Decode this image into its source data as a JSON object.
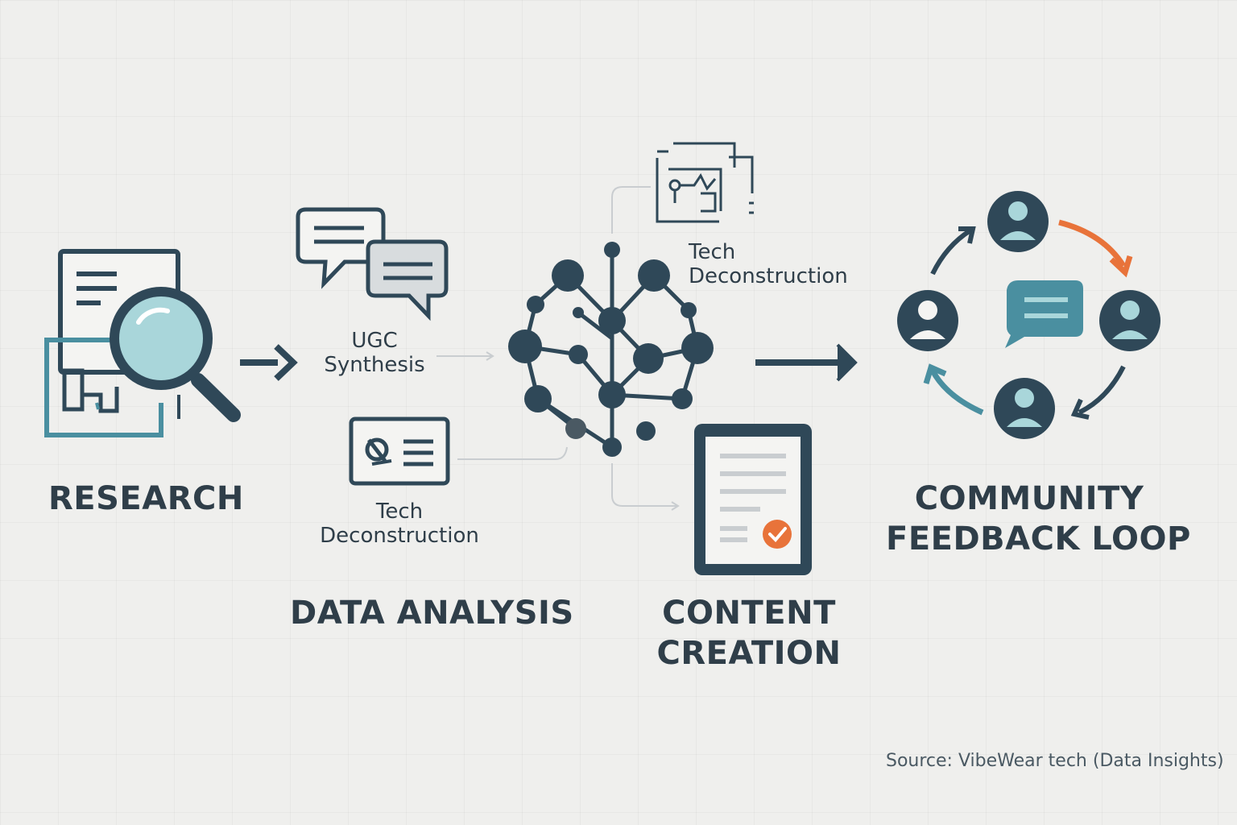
{
  "stages": {
    "research": "RESEARCH",
    "data_analysis": "DATA ANALYSIS",
    "content_creation_line1": "CONTENT",
    "content_creation_line2": "CREATION",
    "community_line1": "COMMUNITY",
    "community_line2": "FEEDBACK LOOP"
  },
  "sub_labels": {
    "ugc_line1": "UGC",
    "ugc_line2": "Synthesis",
    "tech_left_line1": "Tech",
    "tech_left_line2": "Deconstruction",
    "tech_top_line1": "Tech",
    "tech_top_line2": "Deconstruction"
  },
  "source": "Source: VibeWear tech (Data Insights)",
  "colors": {
    "dark": "#2f4858",
    "teal": "#4a8fa0",
    "light_teal": "#a9d6da",
    "orange": "#e8733a",
    "grey": "#c9cdd0"
  },
  "icons": [
    "document-magnifier-icon",
    "chat-bubbles-icon",
    "id-card-icon",
    "neural-network-icon",
    "circuit-chart-icon",
    "tablet-document-icon",
    "community-cycle-icon"
  ]
}
